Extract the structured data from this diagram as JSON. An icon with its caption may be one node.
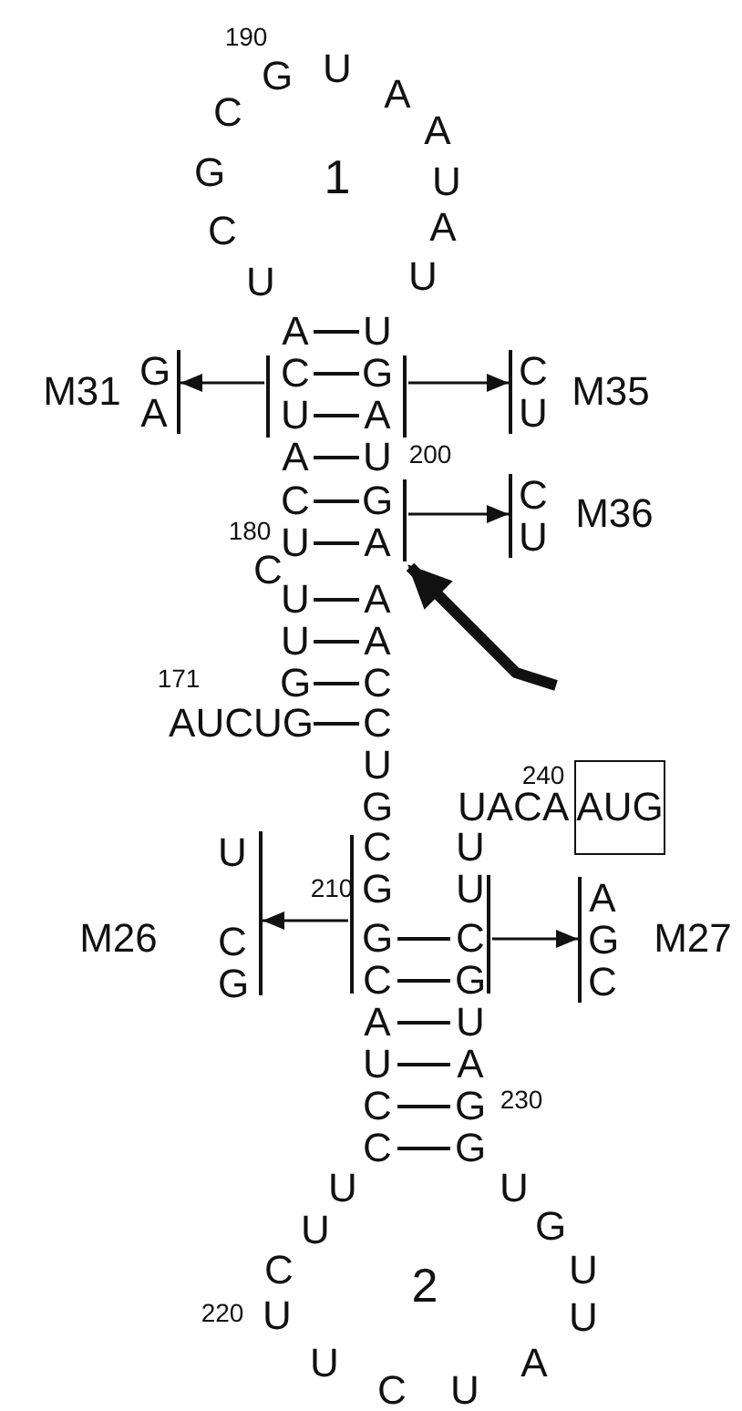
{
  "diagram": {
    "nodes": [
      {
        "text": [],
        "shape": "bar"
      },
      {
        "text": [
          "G A"
        ],
        "beside": [
          "M31"
        ]
      },
      {
        "text": [],
        "shape": "bar"
      },
      {
        "text": [
          "C U"
        ],
        "beside": [
          "M35"
        ]
      },
      {
        "text": [],
        "shape": "bar"
      },
      {
        "text": [
          "C U"
        ],
        "beside": [
          "M36"
        ]
      },
      {
        "text": [
          "AUG"
        ]
      },
      {
        "text": [],
        "shape": "bar"
      },
      {
        "text": [
          "U",
          "C G"
        ],
        "beside": [
          "M26"
        ]
      },
      {
        "text": [],
        "shape": "bar"
      },
      {
        "text": [
          "A G C"
        ],
        "beside": [
          "M27"
        ]
      }
    ],
    "edges": [
      {
        "from": 0,
        "to": 1,
        "arrow": "to"
      },
      {
        "from": 2,
        "to": 3,
        "arrow": "to"
      },
      {
        "from": 4,
        "to": 5,
        "arrow": "to"
      },
      {
        "from": 7,
        "to": 8,
        "arrow": "to"
      },
      {
        "from": 9,
        "to": 10,
        "arrow": "to"
      },
      {
        "from": null,
        "to": 4,
        "arrow": "to",
        "style": "thick"
      }
    ],
    "labels": [
      "190",
      "G",
      "U",
      "A",
      "C",
      "A",
      "G",
      "1",
      "U",
      "C",
      "A",
      "U",
      "U",
      "A",
      "U",
      "C",
      "G",
      "U",
      "A",
      "A",
      "U",
      "200",
      "C",
      "G",
      "180",
      "U",
      "A",
      "C",
      "U",
      "A",
      "U",
      "A",
      "171",
      "G",
      "C",
      "AUCUG",
      "C",
      "U",
      "240",
      "G",
      "UACA",
      "C",
      "U",
      "210",
      "G",
      "U",
      "G",
      "C",
      "C",
      "G",
      "A",
      "U",
      "U",
      "A",
      "C",
      "G",
      "230",
      "C",
      "G",
      "U",
      "U",
      "U",
      "G",
      "C",
      "2",
      "U",
      "220",
      "U",
      "U",
      "U",
      "A",
      "C",
      "U"
    ]
  }
}
